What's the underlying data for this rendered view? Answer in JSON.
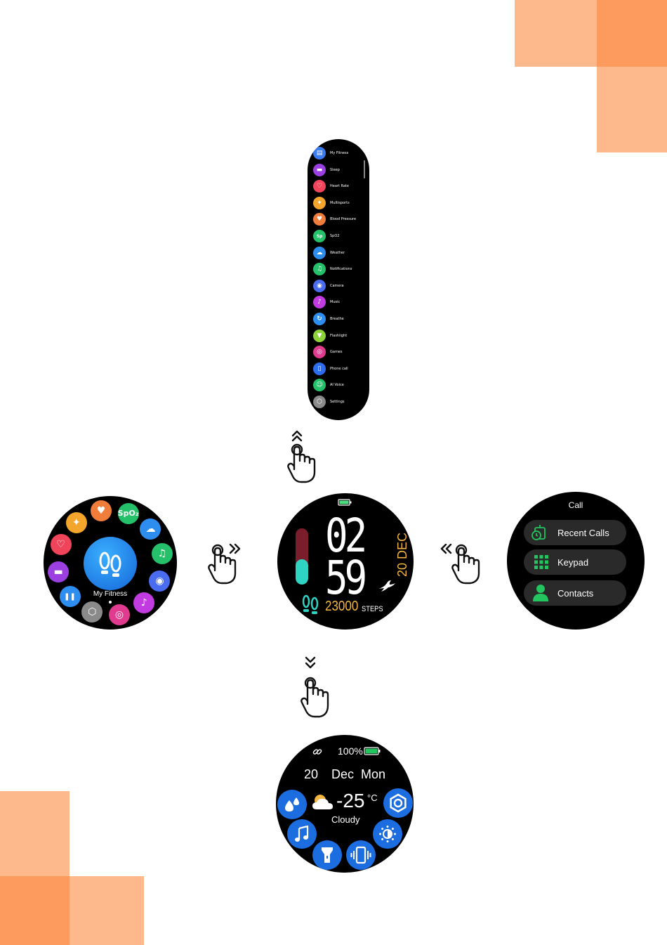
{
  "colors": {
    "orange_light": "#fdb98b",
    "orange_dark": "#fd9a5d",
    "watch_bg": "#000000",
    "accent_blue": "#1b6de0",
    "accent_green": "#22c55e",
    "accent_yellow": "#f4b63f",
    "accent_cyan": "#2fd3c2"
  },
  "menu": {
    "items": [
      {
        "label": "My Fitness",
        "icon": "fitness-icon",
        "color": "#3a7bf0"
      },
      {
        "label": "Sleep",
        "icon": "sleep-icon",
        "color": "#9b3fe0"
      },
      {
        "label": "Heart Rate",
        "icon": "heart-icon",
        "color": "#f0445a"
      },
      {
        "label": "Multisports",
        "icon": "multisports-icon",
        "color": "#f4a52c"
      },
      {
        "label": "Blood Pressure",
        "icon": "blood-pressure-icon",
        "color": "#f07d3a"
      },
      {
        "label": "SpO2",
        "icon": "spo2-icon",
        "color": "#25c06a"
      },
      {
        "label": "Weather",
        "icon": "weather-icon",
        "color": "#2d8ef0"
      },
      {
        "label": "Notifications",
        "icon": "bell-icon",
        "color": "#25c06a"
      },
      {
        "label": "Camera",
        "icon": "camera-icon",
        "color": "#4a6cf0"
      },
      {
        "label": "Music",
        "icon": "music-icon",
        "color": "#c23be0"
      },
      {
        "label": "Breathe",
        "icon": "breathe-icon",
        "color": "#2d8ef0"
      },
      {
        "label": "Flashlight",
        "icon": "flashlight-icon",
        "color": "#8ed23a"
      },
      {
        "label": "Games",
        "icon": "games-icon",
        "color": "#e03b8e"
      },
      {
        "label": "Phone call",
        "icon": "phone-icon",
        "color": "#2d6ef0"
      },
      {
        "label": "AI Voice",
        "icon": "ai-voice-icon",
        "color": "#25c06a"
      },
      {
        "label": "Settings",
        "icon": "settings-icon",
        "color": "#8a8a8a"
      }
    ]
  },
  "apps_watch": {
    "center_label": "My Fitness",
    "icons": [
      {
        "name": "spo2-icon",
        "text": "SpO₂",
        "color": "#25c06a"
      },
      {
        "name": "weather-icon",
        "color": "#2d8ef0"
      },
      {
        "name": "bell-icon",
        "color": "#25c06a"
      },
      {
        "name": "camera-icon",
        "color": "#4a6cf0"
      },
      {
        "name": "music-icon",
        "color": "#c23be0"
      },
      {
        "name": "games-icon",
        "color": "#e03b8e"
      },
      {
        "name": "settings-icon",
        "color": "#8a8a8a"
      },
      {
        "name": "fitness-icon",
        "color": "#2d8ef0"
      },
      {
        "name": "sleep-icon",
        "color": "#9b3fe0"
      },
      {
        "name": "heart-icon",
        "color": "#f0445a"
      },
      {
        "name": "multisports-icon",
        "color": "#f4a52c"
      },
      {
        "name": "blood-pressure-icon",
        "color": "#f07d3a"
      }
    ]
  },
  "home_watch": {
    "hour": "02",
    "minute": "59",
    "date": "20 DEC",
    "steps": "23000",
    "steps_unit": "STEPS",
    "progress_fraction": 0.45
  },
  "call_watch": {
    "title": "Call",
    "items": [
      {
        "label": "Recent Calls",
        "icon": "recent-calls-icon"
      },
      {
        "label": "Keypad",
        "icon": "keypad-icon"
      },
      {
        "label": "Contacts",
        "icon": "contacts-icon"
      }
    ]
  },
  "quick_watch": {
    "battery": "100%",
    "day": "20",
    "month": "Dec",
    "weekday": "Mon",
    "temperature": "-25",
    "temp_unit": "°C",
    "condition": "Cloudy"
  }
}
